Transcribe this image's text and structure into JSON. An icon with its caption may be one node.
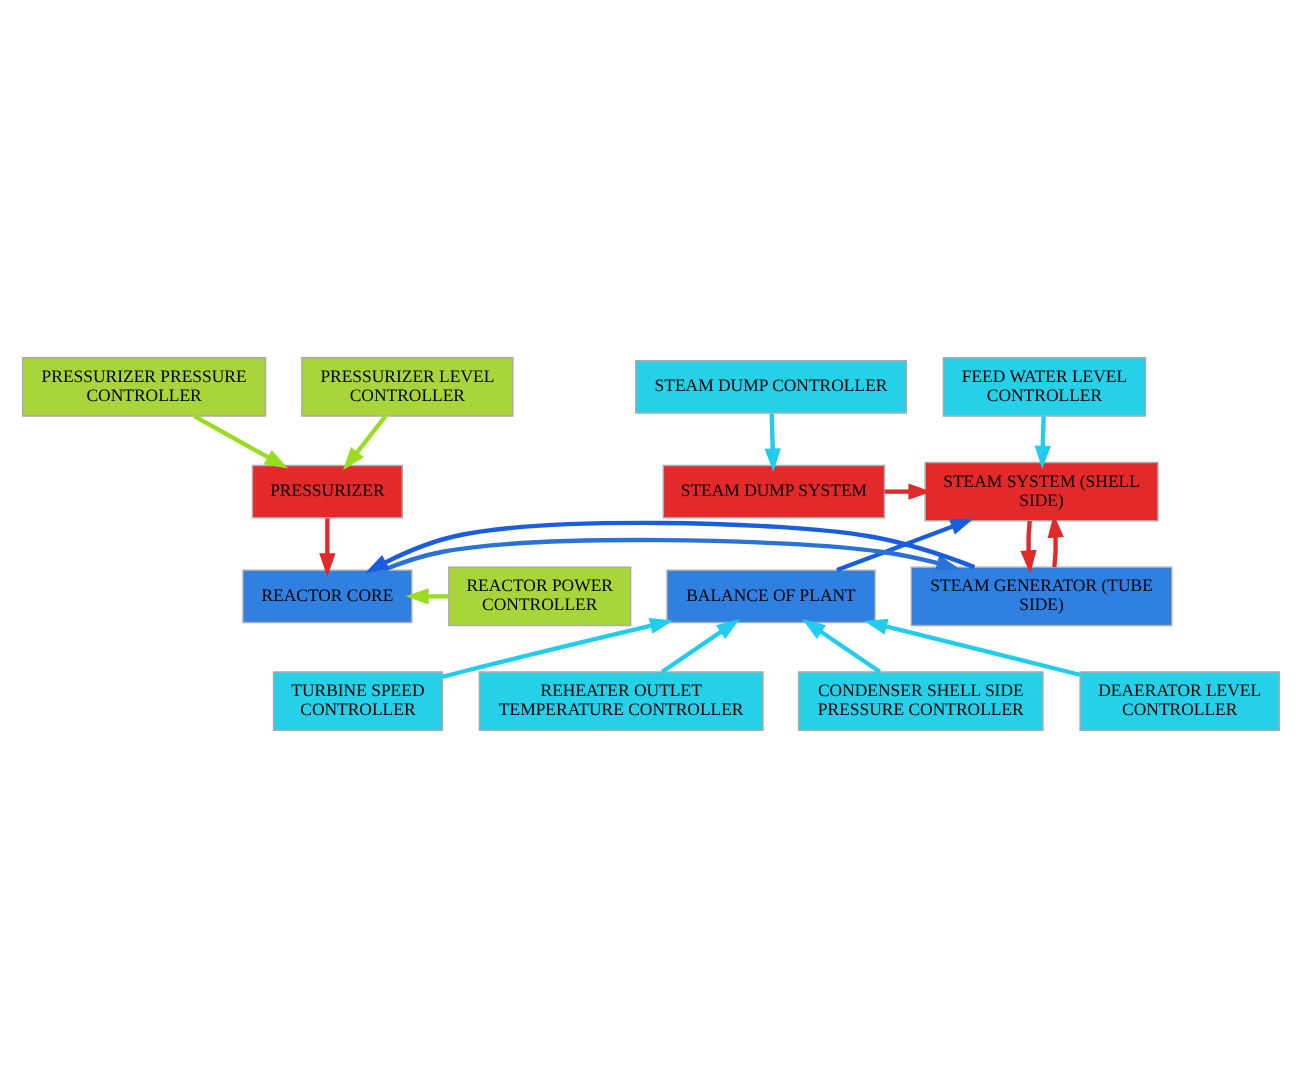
{
  "diagram": {
    "nodes": [
      {
        "text": [
          "PRESSURIZER PRESSURE CONTROLLER"
        ]
      },
      {
        "text": [
          "PRESSURIZER LEVEL CONTROLLER"
        ]
      },
      {
        "text": [
          "FEED WATER LEVEL CONTROLLER"
        ]
      },
      {
        "text": [
          "STEAM DUMP CONTROLLER"
        ]
      },
      {
        "text": [
          "PRESSURIZER"
        ]
      },
      {
        "text": [
          "STEAM SYSTEM (SHELL SIDE)"
        ]
      },
      {
        "text": [
          "STEAM DUMP SYSTEM"
        ]
      },
      {
        "text": [
          "REACTOR POWER CONTROLLER"
        ]
      },
      {
        "text": [
          "REACTOR CORE"
        ]
      },
      {
        "text": [
          "STEAM GENERATOR (TUBE SIDE)"
        ]
      },
      {
        "text": [
          "BALANCE OF PLANT"
        ]
      },
      {
        "text": [
          "TURBINE SPEED CONTROLLER"
        ]
      },
      {
        "text": [
          "REHEATER OUTLET TEMPERATURE CONTROLLER"
        ]
      },
      {
        "text": [
          "CONDENSER SHELL SIDE PRESSURE CONTROLLER"
        ]
      },
      {
        "text": [
          "DEAERATOR LEVEL CONTROLLER"
        ]
      }
    ],
    "edges": [
      {
        "from": 0,
        "to": 4,
        "arrow": "to",
        "color": "#99dd22"
      },
      {
        "from": 1,
        "to": 4,
        "arrow": "to",
        "color": "#99dd22"
      },
      {
        "from": 2,
        "to": 5,
        "arrow": "to",
        "color": "#22ccee"
      },
      {
        "from": 3,
        "to": 6,
        "arrow": "to",
        "color": "#22ccee"
      },
      {
        "from": 6,
        "to": 5,
        "arrow": "to",
        "color": "#e02a2a"
      },
      {
        "from": 4,
        "to": 8,
        "arrow": "to",
        "color": "#e02a2a"
      },
      {
        "from": 5,
        "to": 9,
        "arrow": "to",
        "color": "#e02a2a"
      },
      {
        "from": 9,
        "to": 5,
        "arrow": "to",
        "color": "#e02a2a"
      },
      {
        "from": 7,
        "to": 8,
        "arrow": "to",
        "color": "#99dd22"
      },
      {
        "from": 8,
        "to": 9,
        "arrow": "to",
        "color": "#2a72d8"
      },
      {
        "from": 9,
        "to": 8,
        "arrow": "to",
        "color": "#1a5ee0"
      },
      {
        "from": 10,
        "to": 5,
        "arrow": "to",
        "color": "#1a5ee0"
      },
      {
        "from": 12,
        "to": 10,
        "arrow": "to",
        "color": "#22ccee"
      },
      {
        "from": 13,
        "to": 10,
        "arrow": "to",
        "color": "#22ccee"
      },
      {
        "from": 14,
        "to": 10,
        "arrow": "to",
        "color": "#22ccee"
      },
      {
        "from": 11,
        "to": 10,
        "arrow": "to",
        "color": "#22ccee"
      }
    ]
  }
}
